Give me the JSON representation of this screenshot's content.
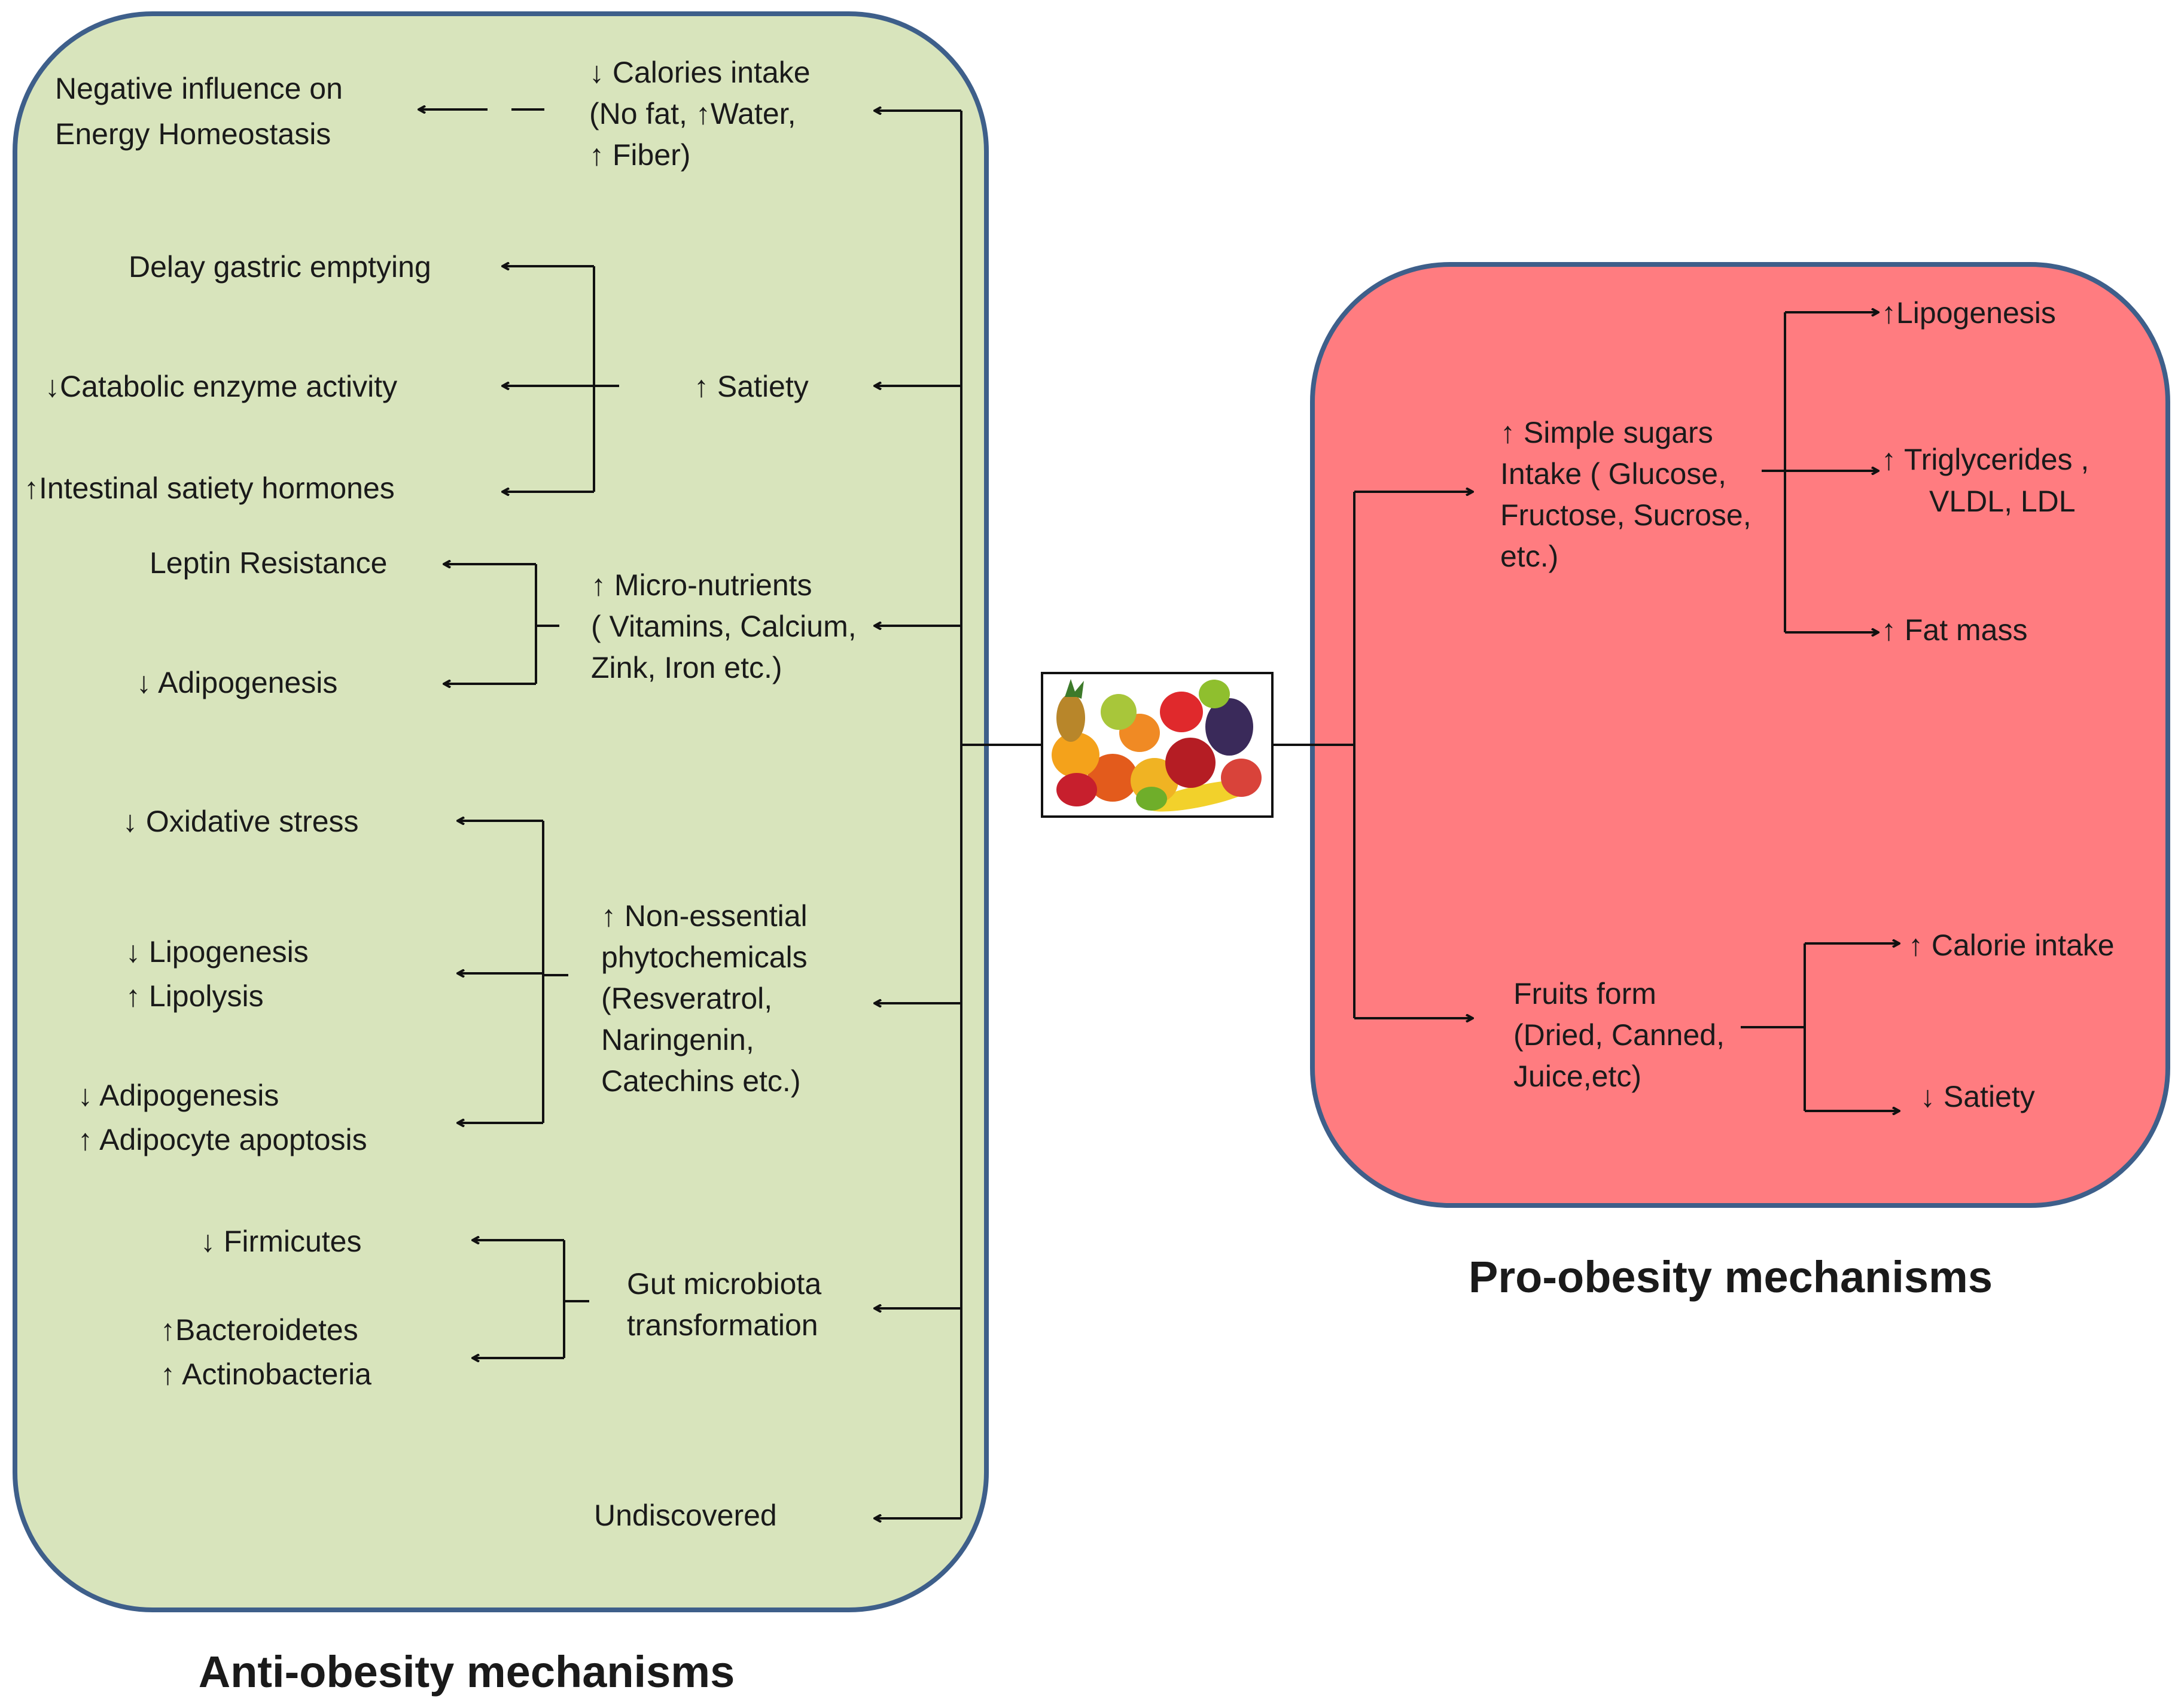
{
  "colors": {
    "anti_panel_fill": "#d8e4bc",
    "pro_panel_fill": "#ff7c80",
    "panel_border": "#3e5f8a",
    "arrows": "#111111"
  },
  "center_image": {
    "icon": "fruit-basket-image"
  },
  "anti": {
    "caption": "Anti-obesity mechanisms",
    "branches": {
      "calories": {
        "label": [
          "↓ Calories  intake",
          "(No fat, ↑Water,",
          "↑ Fiber)"
        ],
        "effects": [
          [
            "Negative influence on",
            "Energy Homeostasis"
          ]
        ]
      },
      "satiety": {
        "label": [
          "↑ Satiety"
        ],
        "effects": [
          [
            "Delay gastric emptying"
          ],
          [
            "↓Catabolic enzyme  activity"
          ],
          [
            "↑Intestinal satiety hormones"
          ]
        ]
      },
      "micro": {
        "label": [
          "↑ Micro-nutrients",
          "( Vitamins, Calcium,",
          "Zink, Iron etc.)"
        ],
        "effects": [
          [
            "Leptin Resistance"
          ],
          [
            "↓ Adipogenesis"
          ]
        ]
      },
      "phyto": {
        "label": [
          "↑ Non-essential",
          "phytochemicals",
          "(Resveratrol,",
          "Naringenin,",
          "Catechins etc.)"
        ],
        "effects": [
          [
            "↓ Oxidative stress"
          ],
          [
            "↓ Lipogenesis",
            "↑ Lipolysis"
          ],
          [
            "↓ Adipogenesis",
            "↑ Adipocyte  apoptosis"
          ]
        ]
      },
      "gut": {
        "label": [
          "Gut microbiota",
          "transformation"
        ],
        "effects": [
          [
            "↓ Firmicutes"
          ],
          [
            "↑Bacteroidetes",
            "↑ Actinobacteria"
          ]
        ]
      },
      "undiscovered": {
        "label": [
          "Undiscovered"
        ]
      }
    }
  },
  "pro": {
    "caption": "Pro-obesity mechanisms",
    "branches": {
      "sugars": {
        "label": [
          "↑ Simple sugars",
          "Intake ( Glucose,",
          "Fructose, Sucrose,",
          "etc.)"
        ],
        "effects": [
          [
            "↑Lipogenesis"
          ],
          [
            "↑  Triglycerides ,",
            "VLDL,  LDL"
          ],
          [
            "↑  Fat mass"
          ]
        ]
      },
      "form": {
        "label": [
          "Fruits form",
          "(Dried, Canned,",
          "Juice,etc)"
        ],
        "effects": [
          [
            "↑ Calorie intake"
          ],
          [
            "↓ Satiety"
          ]
        ]
      }
    }
  }
}
